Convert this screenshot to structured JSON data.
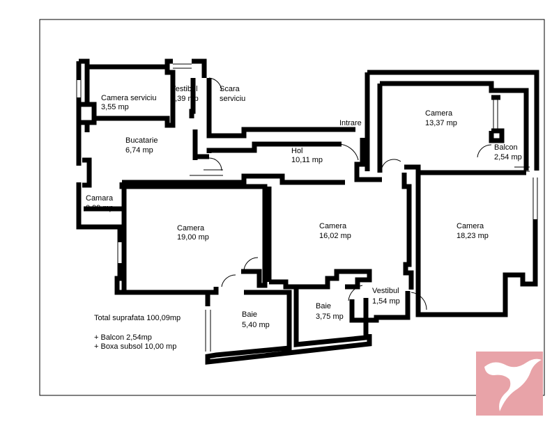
{
  "rooms": [
    {
      "name": "Camera serviciu",
      "area": "3,55 mp"
    },
    {
      "name": "Vestibul",
      "area": "1,39 mp"
    },
    {
      "name": "Scara",
      "area": "serviciu"
    },
    {
      "name": "Bucatarie",
      "area": "6,74 mp"
    },
    {
      "name": "Camara",
      "area": "0,99 mp"
    },
    {
      "name": "Hol",
      "area": "10,11 mp"
    },
    {
      "name": "Intrare",
      "area": ""
    },
    {
      "name": "Camera",
      "area": "13,37 mp"
    },
    {
      "name": "Balcon",
      "area": "2,54 mp"
    },
    {
      "name": "Camera",
      "area": "19,00 mp"
    },
    {
      "name": "Camera",
      "area": "16,02 mp"
    },
    {
      "name": "Camera",
      "area": "18,23 mp"
    },
    {
      "name": "Baie",
      "area": "5,40 mp"
    },
    {
      "name": "Baie",
      "area": "3,75 mp"
    },
    {
      "name": "Vestibul",
      "area": "1,54 mp"
    }
  ],
  "summary": {
    "total": "Total suprafata 100,09mp",
    "balcon": "+ Balcon 2,54mp",
    "boxa": "+ Boxa subsol 10,00 mp"
  },
  "colors": {
    "logo": "#e8a3a8",
    "walls": "#000000"
  },
  "icons": [
    "bird-logo-icon"
  ]
}
